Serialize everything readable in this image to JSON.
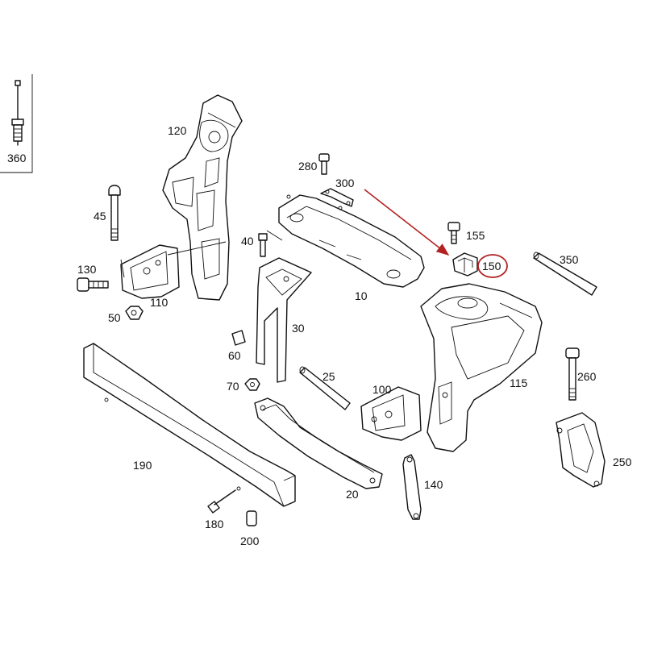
{
  "colors": {
    "line": "#111111",
    "highlight": "#b22222",
    "background": "#ffffff"
  },
  "callouts": {
    "c10": "10",
    "c20": "20",
    "c25": "25",
    "c30": "30",
    "c40": "40",
    "c45": "45",
    "c50": "50",
    "c60": "60",
    "c70": "70",
    "c100": "100",
    "c110": "110",
    "c115": "115",
    "c120": "120",
    "c130": "130",
    "c140": "140",
    "c150": "150",
    "c155": "155",
    "c180": "180",
    "c190": "190",
    "c200": "200",
    "c250": "250",
    "c260": "260",
    "c280": "280",
    "c300": "300",
    "c350": "350",
    "c360": "360"
  },
  "highlight": {
    "part": "150"
  }
}
